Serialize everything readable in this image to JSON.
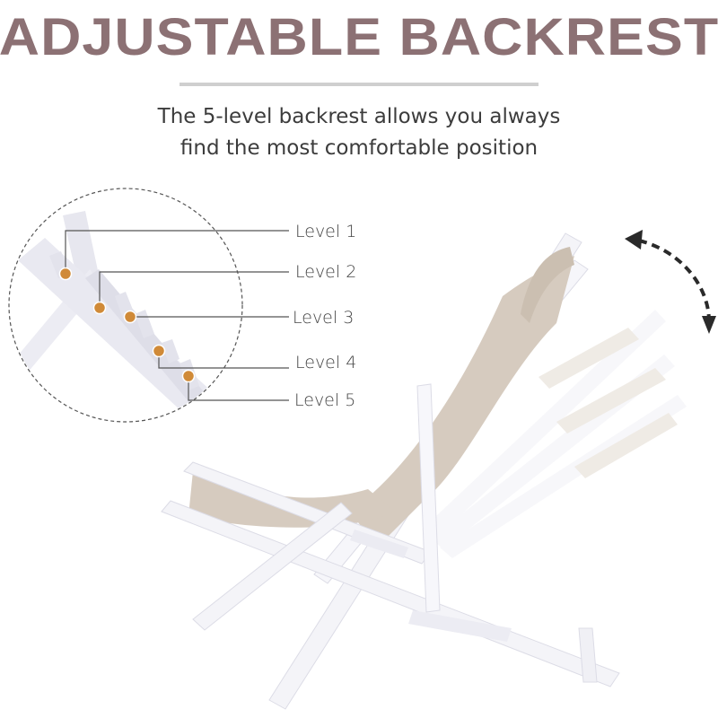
{
  "header": {
    "title": "ADJUSTABLE BACKREST",
    "subtitle_line1": "The 5-level backrest allows you always",
    "subtitle_line2": "find the most comfortable position"
  },
  "callout": {
    "levels": [
      {
        "label": "Level 1"
      },
      {
        "label": "Level 2"
      },
      {
        "label": "Level 3"
      },
      {
        "label": "Level 4"
      },
      {
        "label": "Level 5"
      }
    ],
    "dot_color": "#d08a38"
  },
  "colors": {
    "title": "#8c7174",
    "divider": "#cfcfcf",
    "fabric": "#d6cbbf",
    "frame": "#f4f4f8",
    "arrow": "#2a2a2a"
  },
  "product": {
    "name": "beach-sling-chair",
    "arrow_icon": "double-headed-curved-dashed-arrow"
  }
}
